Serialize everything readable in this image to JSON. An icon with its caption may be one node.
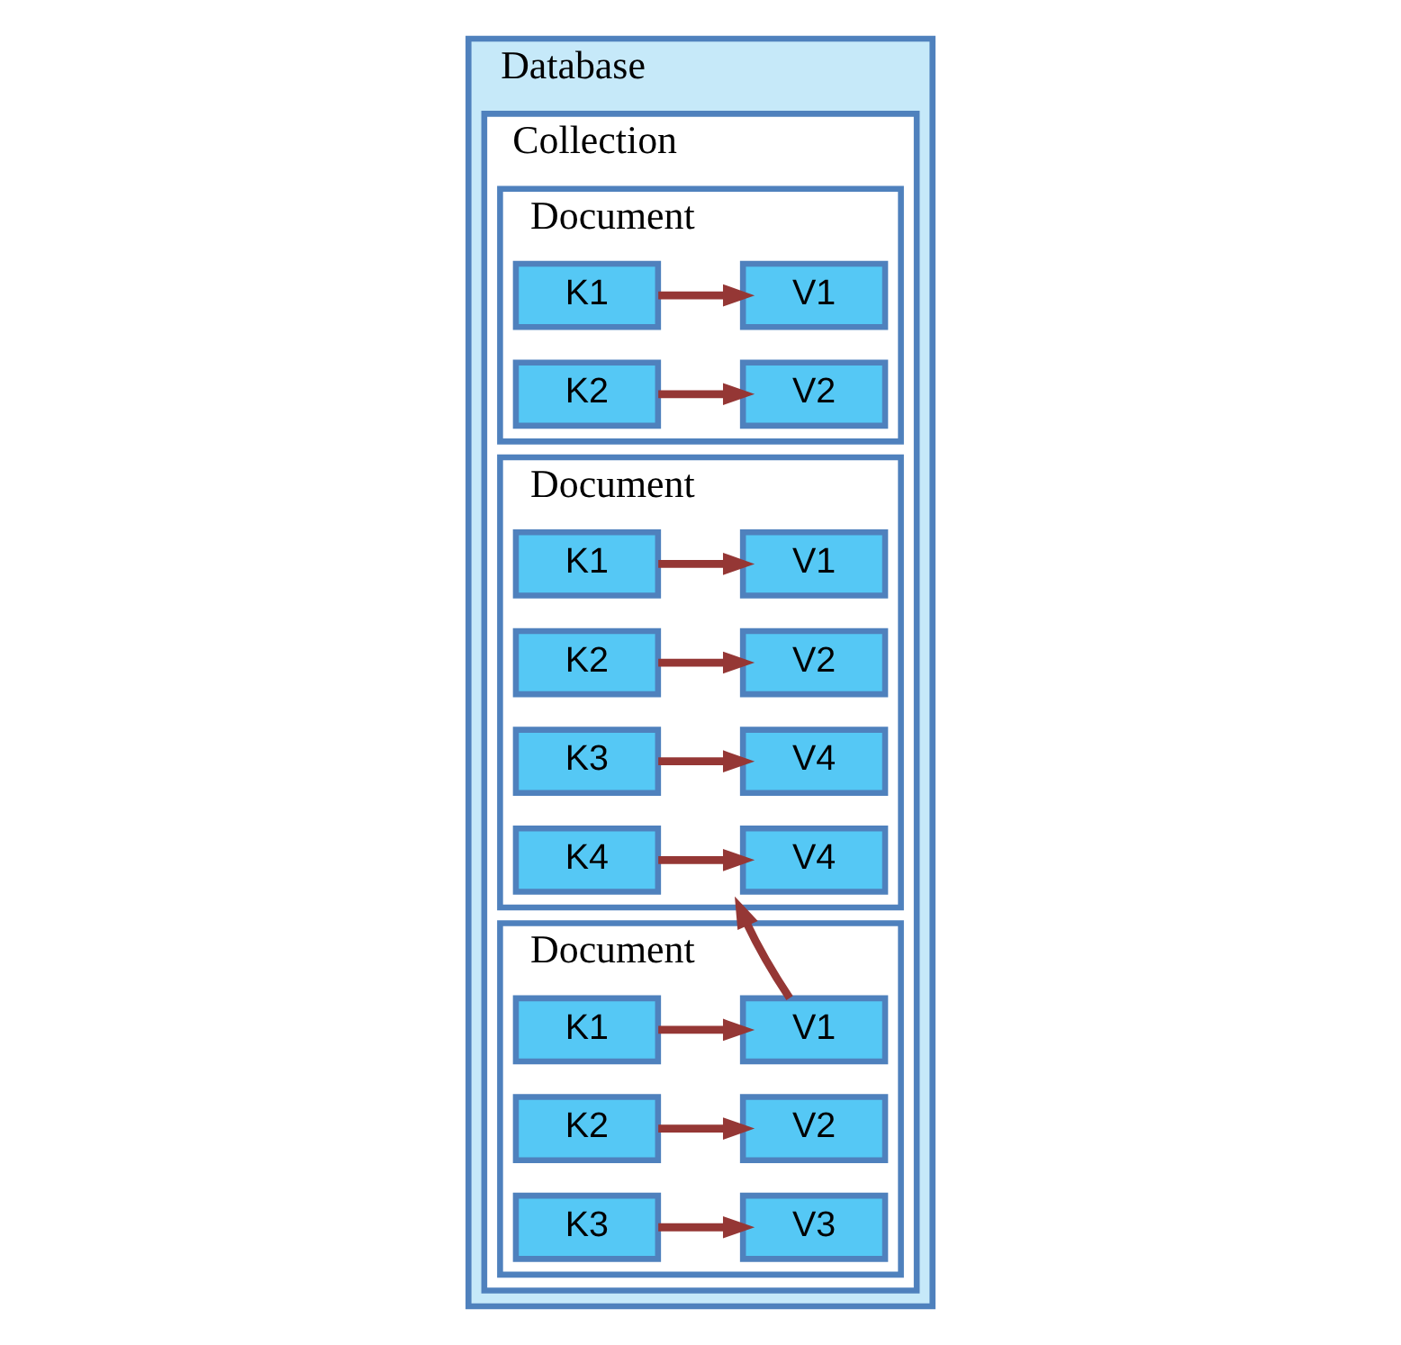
{
  "diagram": {
    "nodes": [
      {
        "text": [
          "Database"
        ]
      },
      {
        "text": [
          "Collection"
        ],
        "in": 0
      },
      {
        "text": [
          "Document"
        ],
        "in": 1
      },
      {
        "text": [
          "K1"
        ],
        "in": 2
      },
      {
        "text": [
          "V1"
        ],
        "in": 2
      },
      {
        "text": [
          "K2"
        ],
        "in": 2
      },
      {
        "text": [
          "V2"
        ],
        "in": 2
      },
      {
        "text": [
          "Document"
        ],
        "in": 1
      },
      {
        "text": [
          "K1"
        ],
        "in": 7
      },
      {
        "text": [
          "V1"
        ],
        "in": 7
      },
      {
        "text": [
          "K2"
        ],
        "in": 7
      },
      {
        "text": [
          "V2"
        ],
        "in": 7
      },
      {
        "text": [
          "K3"
        ],
        "in": 7
      },
      {
        "text": [
          "V4"
        ],
        "in": 7
      },
      {
        "text": [
          "K4"
        ],
        "in": 7
      },
      {
        "text": [
          "V4"
        ],
        "in": 7
      },
      {
        "text": [
          "Document"
        ],
        "in": 1
      },
      {
        "text": [
          "K1"
        ],
        "in": 16
      },
      {
        "text": [
          "V1"
        ],
        "in": 16
      },
      {
        "text": [
          "K2"
        ],
        "in": 16
      },
      {
        "text": [
          "V2"
        ],
        "in": 16
      },
      {
        "text": [
          "K3"
        ],
        "in": 16
      },
      {
        "text": [
          "V3"
        ],
        "in": 16
      }
    ],
    "edges": [
      {
        "from": 3,
        "to": 4,
        "arrow": "to"
      },
      {
        "from": 5,
        "to": 6,
        "arrow": "to"
      },
      {
        "from": 8,
        "to": 9,
        "arrow": "to"
      },
      {
        "from": 10,
        "to": 11,
        "arrow": "to"
      },
      {
        "from": 12,
        "to": 13,
        "arrow": "to"
      },
      {
        "from": 14,
        "to": 15,
        "arrow": "to"
      },
      {
        "from": 17,
        "to": 18,
        "arrow": "to"
      },
      {
        "from": 19,
        "to": 20,
        "arrow": "to"
      },
      {
        "from": 21,
        "to": 22,
        "arrow": "to"
      },
      {
        "from": 18,
        "to": 7,
        "arrow": "to"
      }
    ]
  }
}
